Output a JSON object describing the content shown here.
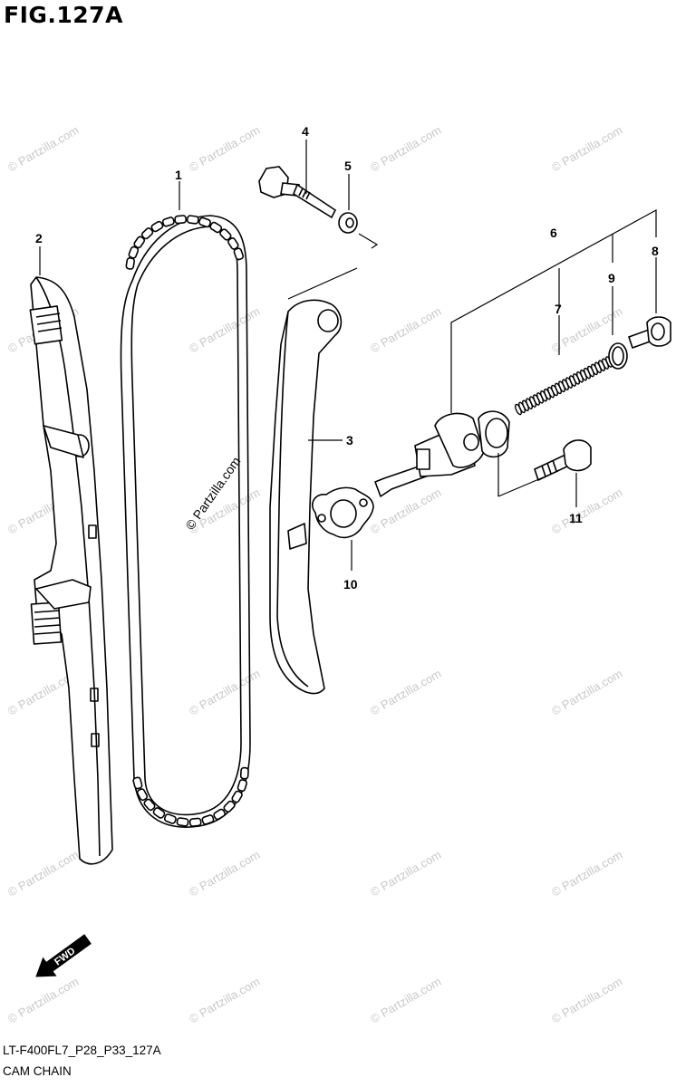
{
  "figure": {
    "title": "FIG.127A",
    "code": "LT-F400FL7_P28_P33_127A",
    "name": "CAM CHAIN"
  },
  "fwd_label": "FWD",
  "watermark": "© Partzilla.com",
  "callouts": [
    {
      "id": "1",
      "label": "1"
    },
    {
      "id": "2",
      "label": "2"
    },
    {
      "id": "3",
      "label": "3"
    },
    {
      "id": "4",
      "label": "4"
    },
    {
      "id": "5",
      "label": "5"
    },
    {
      "id": "6",
      "label": "6"
    },
    {
      "id": "7",
      "label": "7"
    },
    {
      "id": "8",
      "label": "8"
    },
    {
      "id": "9",
      "label": "9"
    },
    {
      "id": "10",
      "label": "10"
    },
    {
      "id": "11",
      "label": "11"
    }
  ],
  "colors": {
    "ink": "#000000",
    "watermark": "#c9c9c9",
    "background": "#ffffff"
  }
}
